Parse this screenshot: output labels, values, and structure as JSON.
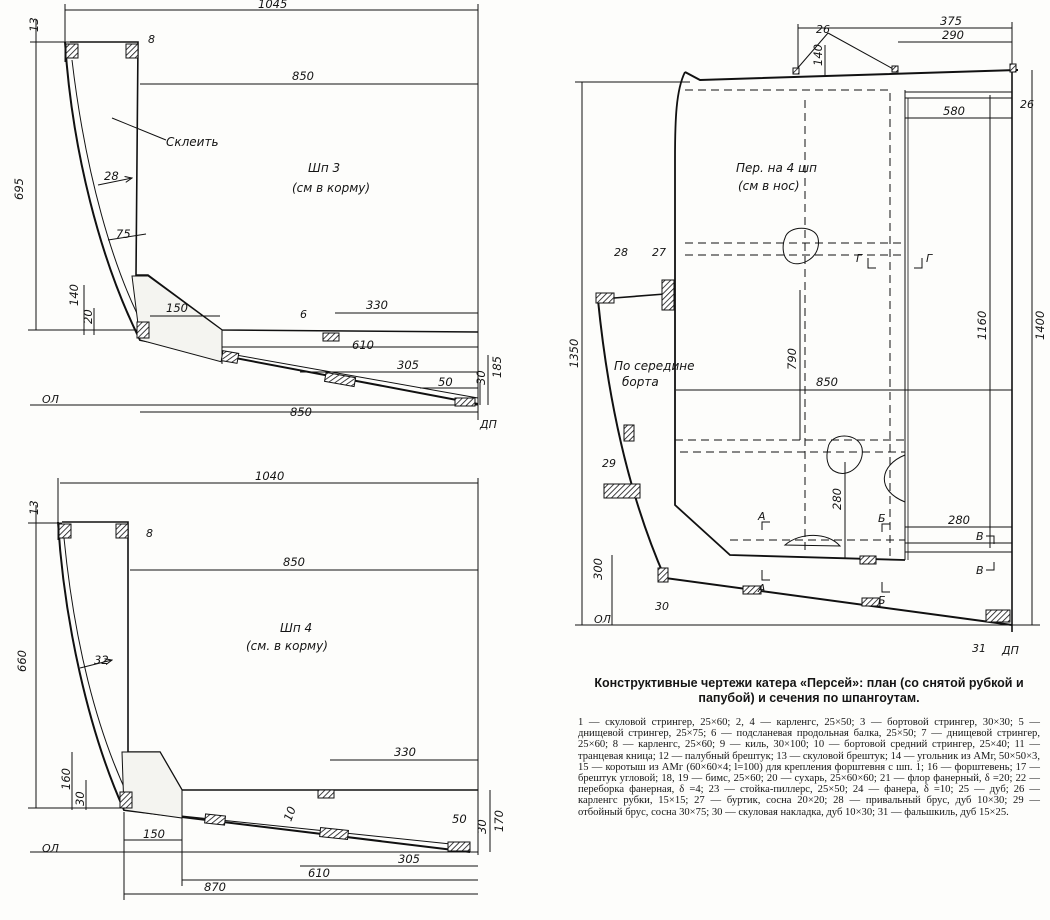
{
  "section_shp3": {
    "title": "Шп 3",
    "subtitle": "(см в корму)",
    "glue_note": "Склеить",
    "dims": {
      "overall_width": "1045",
      "deck_width": "850",
      "height": "695",
      "top_offset": "13",
      "plank_28": "28",
      "plank_75": "75",
      "chine_140": "140",
      "chine_20": "20",
      "chine_150": "150",
      "keel_330": "330",
      "floor_610": "610",
      "floor_305": "305",
      "keel_50": "50",
      "keel_30": "30",
      "depth_185": "185",
      "base_850": "850"
    },
    "labels": {
      "part_8": "8",
      "part_6": "6",
      "baseline": "ОЛ",
      "dp": "ДП"
    }
  },
  "section_shp4": {
    "title": "Шп 4",
    "subtitle": "(см. в корму)",
    "dims": {
      "overall_width": "1040",
      "deck_width": "850",
      "height": "660",
      "top_offset": "13",
      "plank_32": "32",
      "keel_330": "330",
      "chine_160": "160",
      "chine_30": "30",
      "chine_150": "150",
      "floor_10": "10",
      "keel_50": "50",
      "keel_30": "30",
      "depth_170": "170",
      "floor_305": "305",
      "floor_610": "610",
      "base_870": "870"
    },
    "labels": {
      "part_8": "8",
      "baseline": "ОЛ"
    }
  },
  "plan": {
    "crossing_note": "Пер. на 4 шп",
    "crossing_subnote": "(см в нос)",
    "board_note": "По середине",
    "board_subnote": "борта",
    "dims": {
      "d375": "375",
      "d290": "290",
      "d140": "140",
      "d580": "580",
      "d1350": "1350",
      "d1400": "1400",
      "d1160": "1160",
      "d790": "790",
      "d850": "850",
      "d280a": "280",
      "d280b": "280",
      "d300": "300"
    },
    "labels": {
      "p26a": "26",
      "p26b": "26",
      "p28": "28",
      "p27": "27",
      "p29": "29",
      "p30": "30",
      "p31": "31",
      "sec_a1": "А",
      "sec_a2": "А",
      "sec_b1": "Б",
      "sec_b2": "Б",
      "sec_v1": "В",
      "sec_v2": "В",
      "sec_g1": "Г",
      "sec_g2": "Г",
      "baseline": "ОЛ",
      "dp": "ДП"
    }
  },
  "caption": "Конструктивные чертежи катера «Персей»: план (со снятой рубкой и папубой) и сечения по шпангоутам.",
  "legend": "1 — скуловой стрингер, 25×60; 2, 4 — карленгс, 25×50; 3 — бортовой стрингер, 30×30; 5 — днищевой стрингер, 25×75; 6 — подсланевая продольная балка, 25×50; 7 — днищевой стрингер, 25×60; 8 — карленгс, 25×60; 9 — киль, 30×100; 10 — бортовой средний стрингер, 25×40; 11 — транцевая кница; 12 — палубный брештук; 13 — скуловой брештук; 14 — угольник из АМг, 50×50×3, 15 — коротыш из АМг (60×60×4; l=100) для крепления форштевня с шп. 1; 16 — форштевень; 17 — брештук угловой; 18, 19 — бимс, 25×60; 20 — сухарь, 25×60×60; 21 — флор фанерный, δ =20; 22 — переборка фанерная, δ =4; 23 — стойка-пиллерс, 25×50; 24 — фанера, δ =10; 25 — дуб; 26 — карленгс рубки, 15×15; 27 — буртик, сосна 20×20; 28 — привальный брус, дуб 10×30; 29 — отбойный брус, сосна 30×75; 30 — скуловая накладка, дуб 10×30; 31 — фальшкиль, дуб 15×25."
}
